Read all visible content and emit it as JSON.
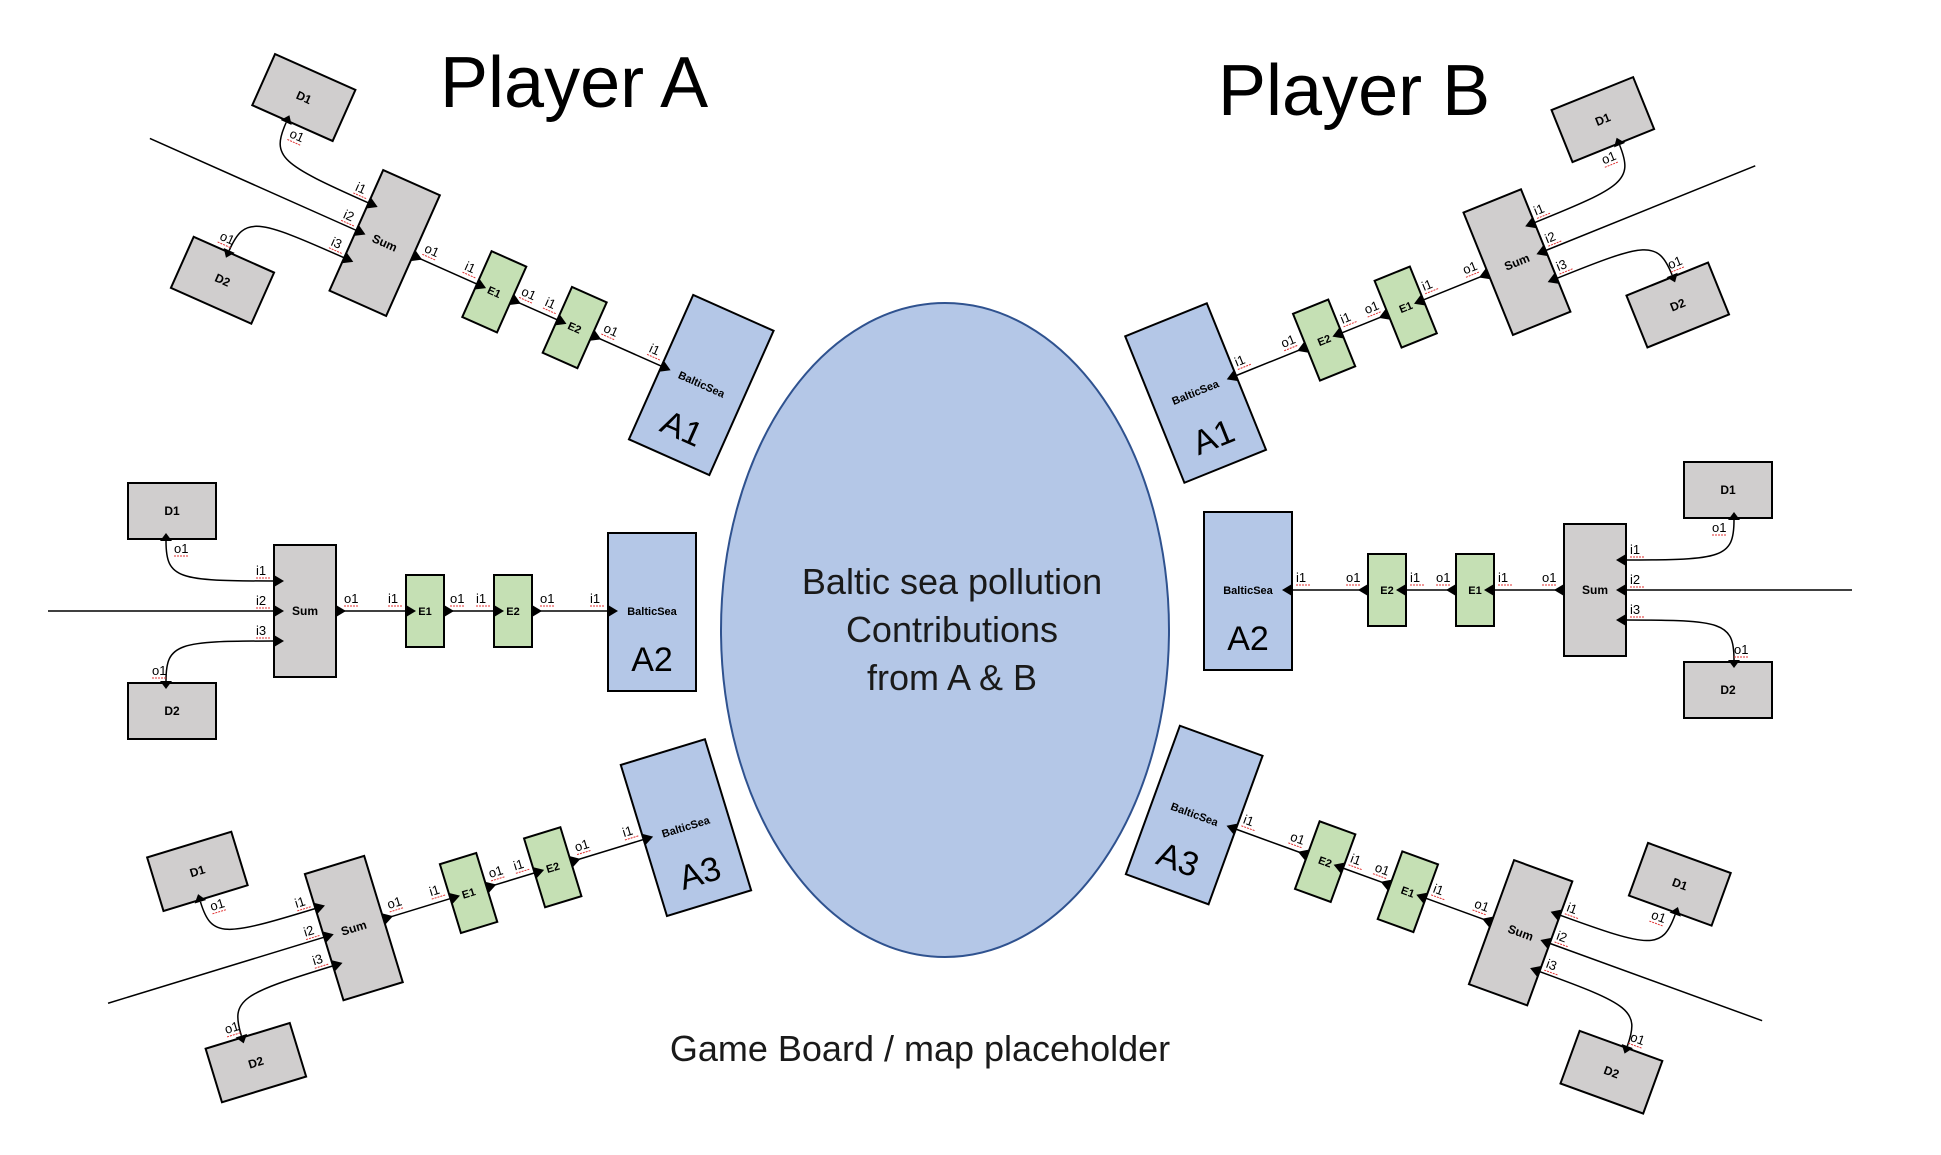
{
  "titles": {
    "player_a": "Player A",
    "player_b": "Player B"
  },
  "center": {
    "lines": [
      "Baltic sea pollution",
      "Contributions",
      "from A & B"
    ]
  },
  "footer": "Game Board / map placeholder",
  "labels": {
    "d1": "D1",
    "d2": "D2",
    "sum": "Sum",
    "e1": "E1",
    "e2": "E2",
    "baltic": "BalticSea",
    "o1": "o1",
    "i1": "i1",
    "i2": "i2",
    "i3": "i3"
  },
  "areas": [
    "A1",
    "A2",
    "A3"
  ],
  "colors": {
    "gray_box": "#d0cece",
    "green_box": "#c5e0b4",
    "blue_box": "#b4c7e7",
    "ellipse": "#b4c7e7",
    "ellipse_stroke": "#2f528f",
    "port_underline": "#e03030"
  }
}
